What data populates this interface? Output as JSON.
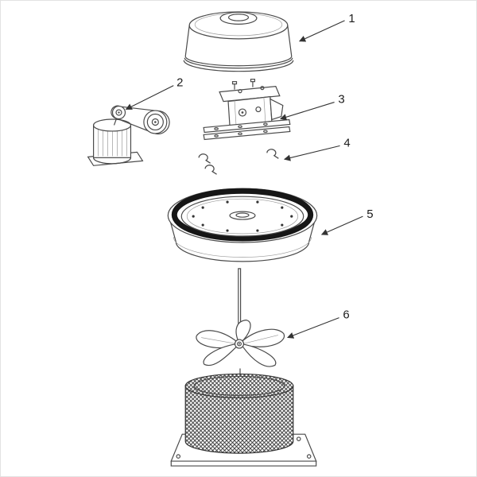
{
  "diagram": {
    "kind": "exploded-parts-diagram",
    "subject": "belt-drive roof exhaust fan",
    "background_color": "#ffffff",
    "line_color": "#4a4a4a",
    "dark_rim_color": "#161616",
    "callouts": [
      {
        "number": "1",
        "part": "dome-cover"
      },
      {
        "number": "2",
        "part": "motor-and-pulley-assembly"
      },
      {
        "number": "3",
        "part": "motor-mount-bracket"
      },
      {
        "number": "4",
        "part": "retainer-clips"
      },
      {
        "number": "5",
        "part": "fan-shroud-ring"
      },
      {
        "number": "6",
        "part": "propeller-and-shaft"
      }
    ]
  }
}
